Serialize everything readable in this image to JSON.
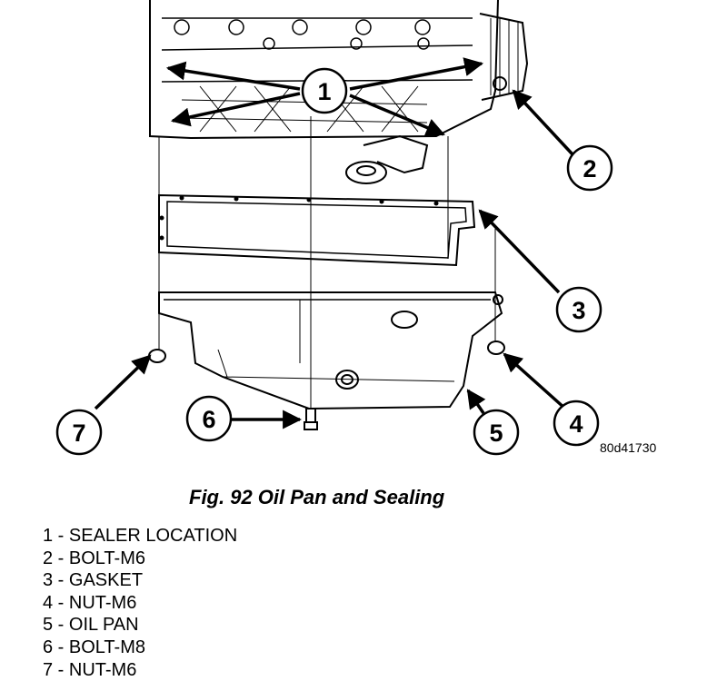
{
  "figure": {
    "id_label": "80d41730",
    "caption": "Fig. 92 Oil Pan and Sealing",
    "callouts": [
      "1",
      "2",
      "3",
      "4",
      "5",
      "6",
      "7"
    ]
  },
  "legend": [
    "1 - SEALER LOCATION",
    "2 - BOLT-M6",
    "3 - GASKET",
    "4 - NUT-M6",
    "5 - OIL PAN",
    "6 - BOLT-M8",
    "7 - NUT-M6"
  ]
}
